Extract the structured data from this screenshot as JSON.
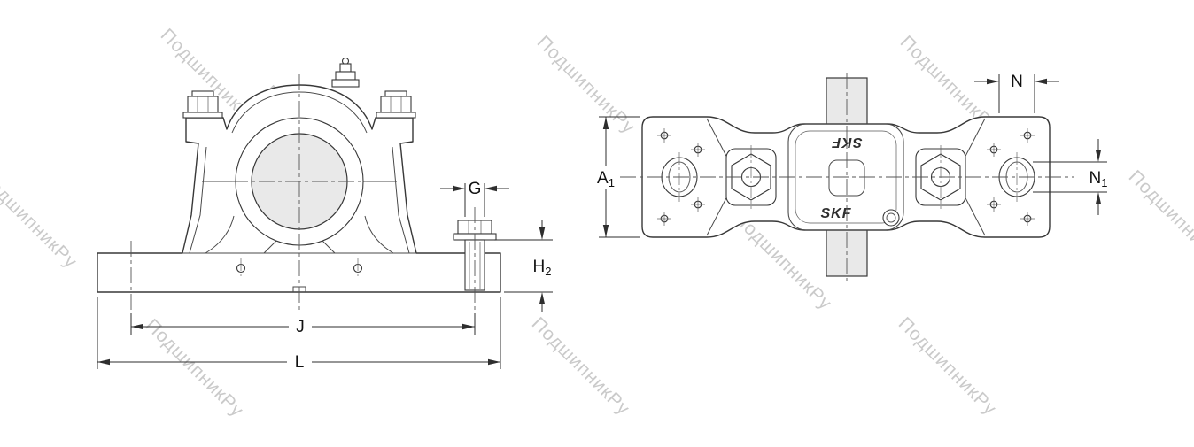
{
  "watermark": {
    "text": "ПодшипникРу",
    "color": "#bdbdbd"
  },
  "front_view": {
    "dims": {
      "g": "G",
      "h2_base": "H",
      "h2_sub": "2",
      "j": "J",
      "l": "L"
    }
  },
  "top_view": {
    "dims": {
      "n": "N",
      "n1_base": "N",
      "n1_sub": "1",
      "a1_base": "A",
      "a1_sub": "1"
    },
    "logo_top": "SKF",
    "logo_bottom": "SKF"
  },
  "colors": {
    "line": "#383838",
    "shaft_fill": "#e9e9e9",
    "watermark": "#bdbdbd"
  }
}
